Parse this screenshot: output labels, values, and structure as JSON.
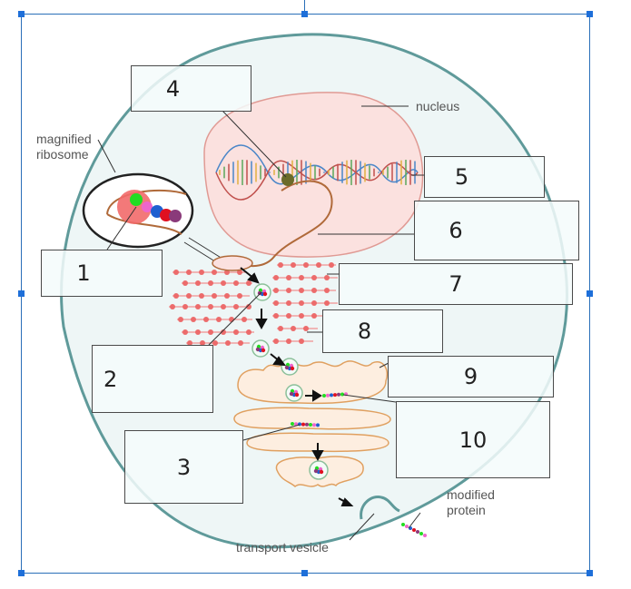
{
  "diagram": {
    "title_labels": {
      "nucleus": "nucleus",
      "magnified_ribosome_line1": "magnified",
      "magnified_ribosome_line2": "ribosome",
      "transport_vesicle": "transport vesicle",
      "modified_protein_line1": "modified",
      "modified_protein_line2": "protein"
    },
    "answer_boxes": [
      {
        "number": "1"
      },
      {
        "number": "2"
      },
      {
        "number": "3"
      },
      {
        "number": "4"
      },
      {
        "number": "5"
      },
      {
        "number": "6"
      },
      {
        "number": "7"
      },
      {
        "number": "8"
      },
      {
        "number": "9"
      },
      {
        "number": "10"
      }
    ],
    "colors": {
      "cell_membrane": "#5f9a9a",
      "cytoplasm": "#eef6f6",
      "nucleus_fill": "#fbe1df",
      "nucleus_stroke": "#e09a94",
      "er_dots": "#ec6b6b",
      "golgi_stroke": "#e0a060",
      "golgi_fill": "#fdeee0",
      "selection": "#1e6fd9"
    },
    "amino_acid_colors": [
      "#22dd22",
      "#ee66cc",
      "#1f5fd0",
      "#e01020",
      "#8a3a7a"
    ]
  }
}
